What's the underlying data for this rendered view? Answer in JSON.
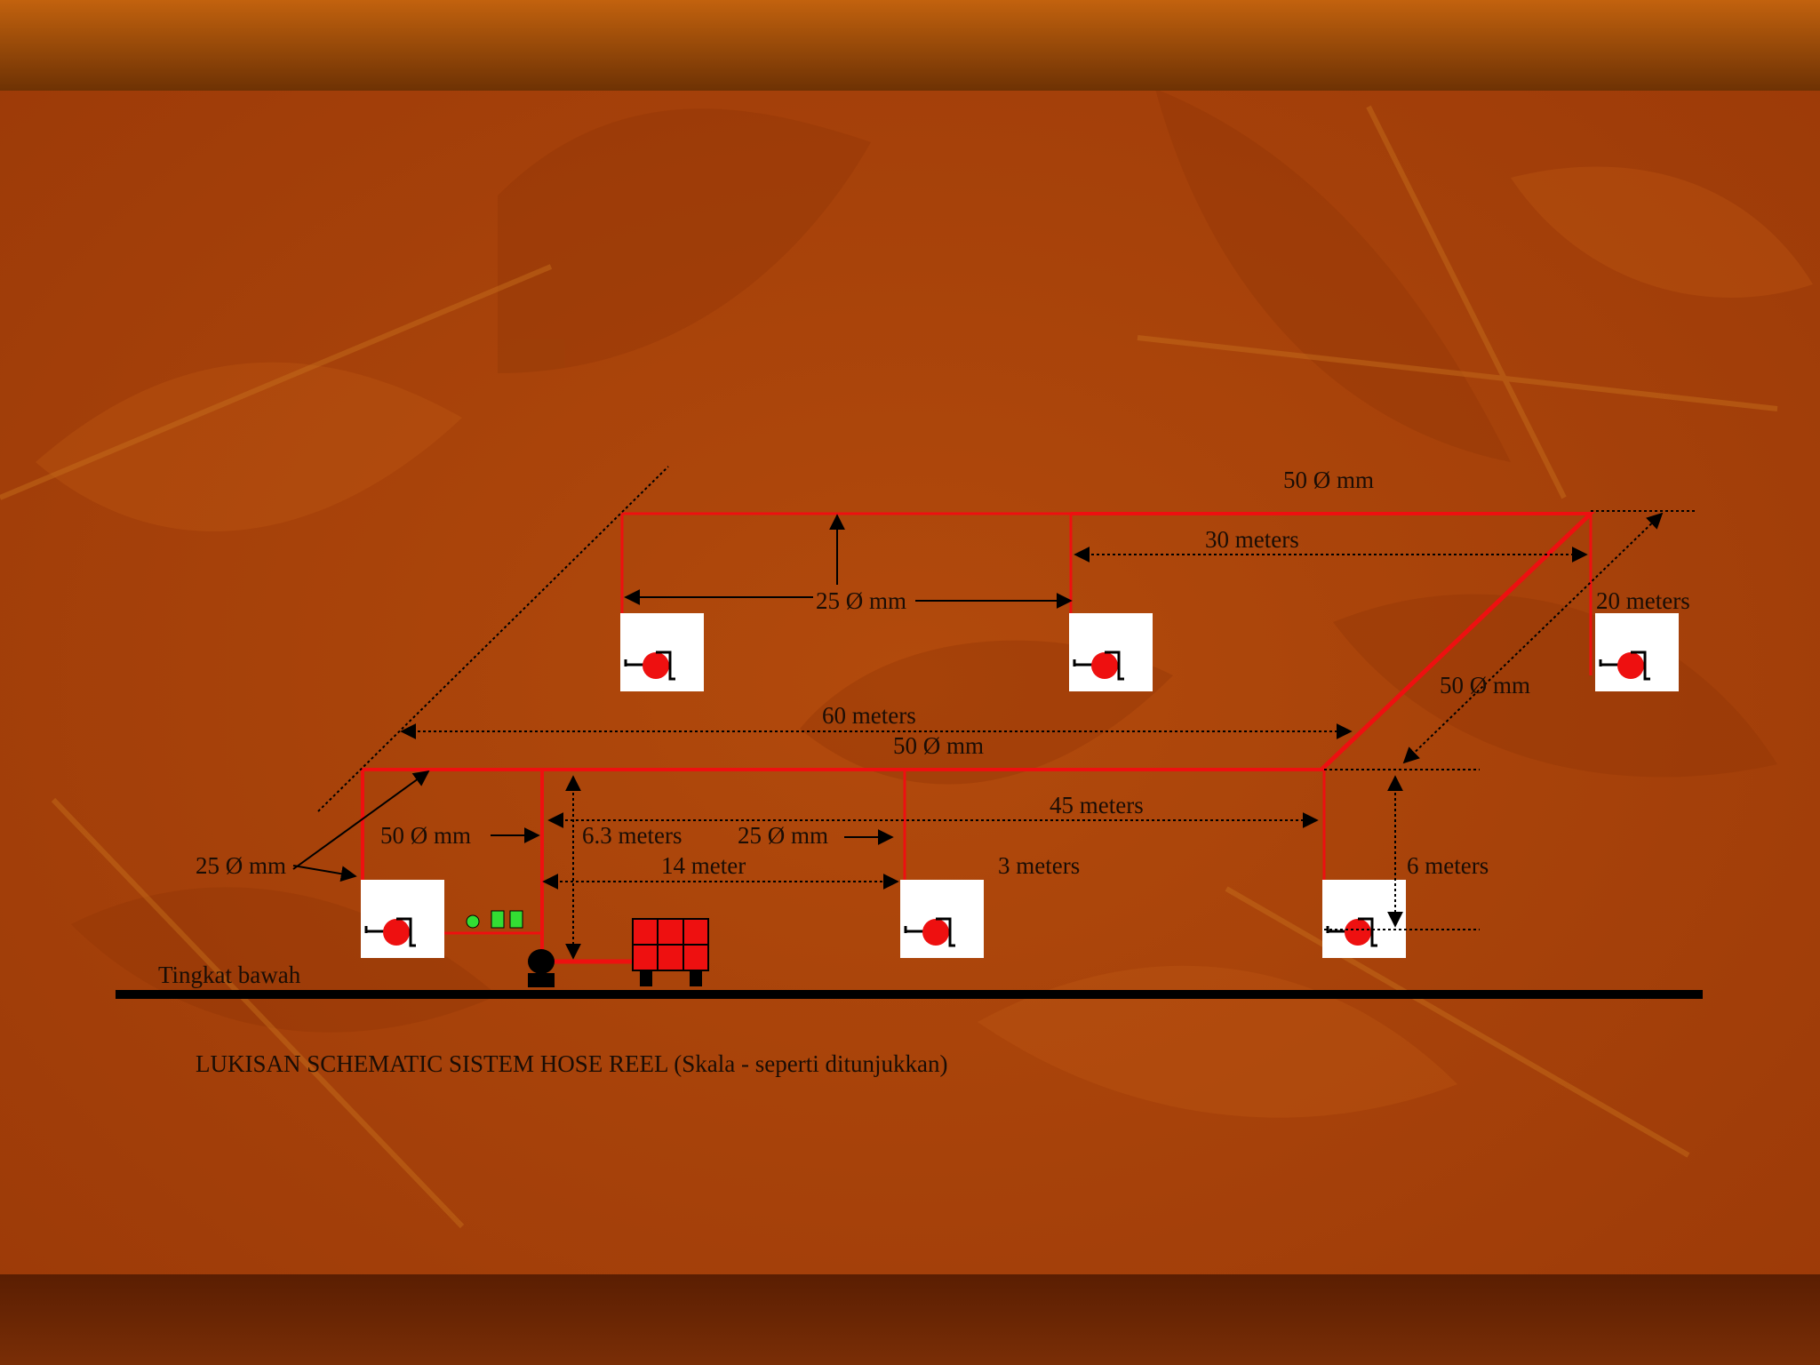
{
  "caption": "LUKISAN SCHEMATIC SISTEM HOSE REEL (Skala - seperti ditunjukkan)",
  "floor_label": "Tingkat bawah",
  "labels": {
    "pipe_top_right": "50 Ø mm",
    "dim_30m": "30 meters",
    "pipe_top_branch": "25 Ø mm",
    "dim_20m": "20 meters",
    "pipe_riser": "50 Ø mm",
    "dim_60m": "60 meters",
    "pipe_main": "50 Ø mm",
    "dim_45m": "45 meters",
    "pipe_left_main": "50 Ø mm",
    "dim_6_3m": "6.3 meters",
    "pipe_mid_branch": "25 Ø mm",
    "dim_14m": "14 meter",
    "dim_3m": "3 meters",
    "dim_6m": "6 meters",
    "pipe_left_branch": "25 Ø mm"
  },
  "colors": {
    "background": "#a8400a",
    "band": "#7a3006",
    "pipe": "#ee1010",
    "hose_reel": "#ee1010",
    "floor_line": "#000000",
    "tank": "#ee1010",
    "indicator": "#33dd33"
  },
  "components": {
    "hose_reel_icon": "hose-reel-icon",
    "pump_icon": "pump-icon",
    "tank_icon": "water-tank-icon",
    "control_panel_icon": "control-panel-icon"
  }
}
